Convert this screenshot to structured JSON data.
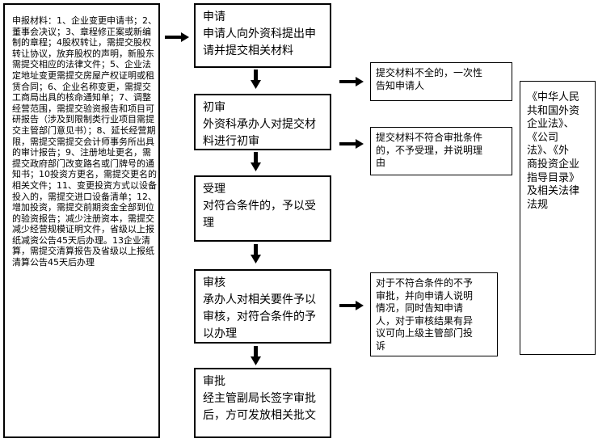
{
  "materials": {
    "text": "申报材料：1、企业变更申请书；2、董事会决议；3、章程修正案或新编制的章程；4股权转让，需提交股权转让协议，放弃股权的声明，新股东需提交相应的法律文件；5、企业法定地址变更需提交房屋产权证明或租赁合同；6、企业名称变更，需提交工商局出具的核命通知单；7、调整经营范围，需提交验资报告和项目可研报告（涉及到限制类行业项目需提交主管部门意见书）；8、延长经营期限，需提交需提交会计师事务所出具的审计报告；9、注册地址更名，需提交政府部门改变路名或门牌号的通知书；10投资方更名，需提交更名的相关文件；11、变更投资方式以设备投入的，需提交进口设备清单；12、增加投资，需提交前期资金全部到位的验资报告；减少注册资本，需提交减少经营规模证明文件，省级以上报纸减资公告45天后办理。13企业清算，需提交清算报告及省级以上报纸清算公告45天后办理"
  },
  "steps": [
    {
      "title": "申请",
      "body": "申请人向外资科提出申\n请并提交相关材料"
    },
    {
      "title": "初审",
      "body": "外资科承办人对提交材\n料进行初审"
    },
    {
      "title": "受理",
      "body": "对符合条件的，予以受\n理"
    },
    {
      "title": "审核",
      "body": "承办人对相关要件予以\n审核，对符合条件的予\n以办理"
    },
    {
      "title": "审批",
      "body": "经主管副局长签字审批\n后，方可发放相关批文"
    }
  ],
  "notes": [
    "提交材料不全的，一次性\n告知申请人",
    "提交材料不符合审批条件\n的，不予受理，并说明理\n由",
    "对于不符合条件的不予\n审批，并向申请人说明\n情况，同时告知申请\n人，对于审核结果有异\n议可向上级主管部门投\n诉"
  ],
  "laws": {
    "text": "《中华人民\n共和国外资\n企业法》、\n《公司\n法》、《外\n商投资企业\n指导目录》\n及相关法律\n法规"
  }
}
